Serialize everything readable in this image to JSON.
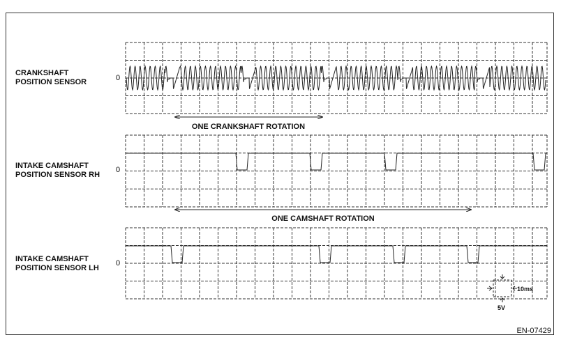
{
  "signals": [
    {
      "id": "crank",
      "label_lines": [
        "CRANKSHAFT",
        "POSITION SENSOR"
      ],
      "zero": "0"
    },
    {
      "id": "cam_rh",
      "label_lines": [
        "INTAKE CAMSHAFT",
        "POSITION SENSOR RH"
      ],
      "zero": "0"
    },
    {
      "id": "cam_lh",
      "label_lines": [
        "INTAKE CAMSHAFT",
        "POSITION SENSOR LH"
      ],
      "zero": "0"
    }
  ],
  "annotations": {
    "crank_rotation": "ONE CRANKSHAFT ROTATION",
    "cam_rotation": "ONE CAMSHAFT ROTATION"
  },
  "scale": {
    "time": "10ms",
    "volt": "5V"
  },
  "figure_code": "EN-07429",
  "colors": {
    "line": "#222222",
    "grid": "#333333"
  }
}
